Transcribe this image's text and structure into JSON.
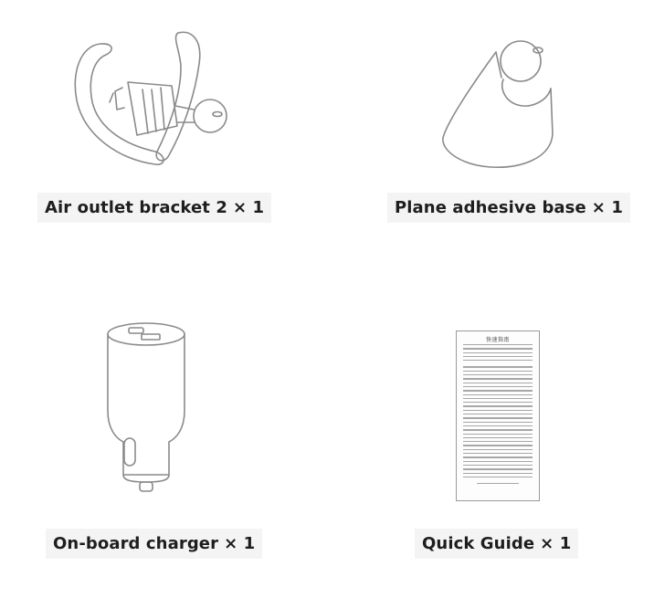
{
  "items": [
    {
      "label": "Air outlet bracket 2",
      "qty": "× 1",
      "icon": "air-outlet-bracket-icon"
    },
    {
      "label": "Plane adhesive base",
      "qty": "× 1",
      "icon": "adhesive-base-icon"
    },
    {
      "label": "On-board charger",
      "qty": "× 1",
      "icon": "car-charger-icon"
    },
    {
      "label": "Quick Guide",
      "qty": "× 1",
      "icon": "quick-guide-icon"
    }
  ],
  "quick_guide_sheet": {
    "title": "快速指南"
  },
  "colors": {
    "line": "#8a8a8a",
    "caption_bg": "#f4f4f4",
    "text": "#1e1e1e"
  }
}
